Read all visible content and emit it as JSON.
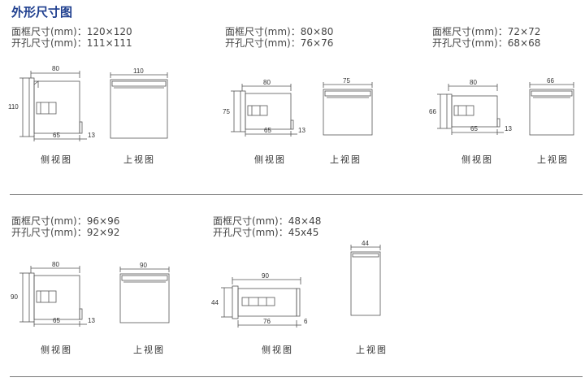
{
  "title": "外形尺寸图",
  "colors": {
    "title": "#1f3f8f",
    "line": "#555555",
    "divider": "#777777"
  },
  "panels": [
    {
      "frame": "面框尺寸(mm)：120×120",
      "cutout": "开孔尺寸(mm)：111×111",
      "side": {
        "top": "80",
        "left": "110",
        "bottom": "65",
        "right": "13"
      },
      "top": {
        "width": "110"
      },
      "side_caption": "侧视图",
      "top_caption": "上视图"
    },
    {
      "frame": "面框尺寸(mm)：80×80",
      "cutout": "开孔尺寸(mm)：76×76",
      "side": {
        "top": "80",
        "left": "75",
        "bottom": "65",
        "right": "13"
      },
      "top": {
        "width": "75"
      },
      "side_caption": "侧视图",
      "top_caption": "上视图"
    },
    {
      "frame": "面框尺寸(mm)：72×72",
      "cutout": "开孔尺寸(mm)：68×68",
      "side": {
        "top": "80",
        "left": "66",
        "bottom": "65",
        "right": "13"
      },
      "top": {
        "width": "66"
      },
      "side_caption": "侧视图",
      "top_caption": "上视图"
    },
    {
      "frame": "面框尺寸(mm)：96×96",
      "cutout": "开孔尺寸(mm)：92×92",
      "side": {
        "top": "80",
        "left": "90",
        "bottom": "65",
        "right": "13"
      },
      "top": {
        "width": "90"
      },
      "side_caption": "侧视图",
      "top_caption": "上视图"
    },
    {
      "frame": "面框尺寸(mm)：48×48",
      "cutout": "开孔尺寸(mm)：45x45",
      "side": {
        "top": "90",
        "left": "44",
        "bottom": "76",
        "right": "6"
      },
      "top": {
        "width": "44"
      },
      "side_caption": "侧视图",
      "top_caption": "上视图"
    }
  ]
}
